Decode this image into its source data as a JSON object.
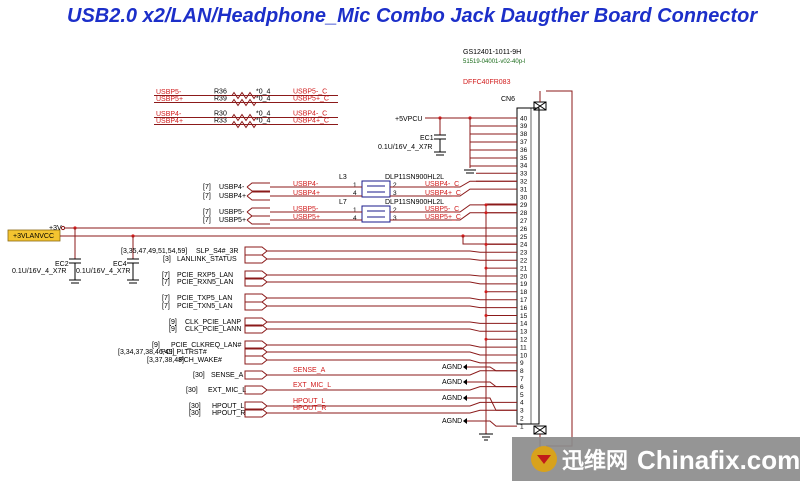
{
  "title": "USB2.0 x2/LAN/Headphone_Mic Combo Jack Daugther Board Connector",
  "connector": {
    "part1": "GS12401-1011-9H",
    "part2": "51519-04001-v02-40p-l",
    "footprint": "DFFC40FR083",
    "ref": "CN6",
    "pins_top": [
      "40",
      "39",
      "38",
      "37",
      "36",
      "35",
      "34",
      "33",
      "32",
      "31",
      "30",
      "29",
      "28",
      "27",
      "26",
      "25",
      "24",
      "23",
      "22",
      "21",
      "20",
      "19",
      "18",
      "17",
      "16",
      "15",
      "14",
      "13",
      "12",
      "11",
      "10",
      "9",
      "8",
      "7",
      "6",
      "5",
      "4",
      "3",
      "2",
      "1"
    ]
  },
  "resistors": [
    {
      "net_l": "USBP5-",
      "ref": "R36",
      "val": "*0_4",
      "net_r": "USBP5-_C"
    },
    {
      "net_l": "USBP5+",
      "ref": "R39",
      "val": "*0_4",
      "net_r": "USBP5+_C"
    },
    {
      "net_l": "USBP4-",
      "ref": "R30",
      "val": "*0_4",
      "net_r": "USBP4-_C"
    },
    {
      "net_l": "USBP4+",
      "ref": "R33",
      "val": "*0_4",
      "net_r": "USBP4+_C"
    }
  ],
  "power": {
    "vpcu": "+5VPCU",
    "ec1_ref": "EC1",
    "ec1_val": "0.1U/16V_4_X7R",
    "v3": "+3V",
    "lanvcc": "+3VLANVCC",
    "ec2_ref": "EC2",
    "ec2_val": "0.1U/16V_4_X7R",
    "ec4_ref": "EC4",
    "ec4_val": "0.1U/16V_4_X7R"
  },
  "chokes": [
    {
      "ref": "L3",
      "part": "DLP11SN900HL2L",
      "p1": "1",
      "p2": "2",
      "p3": "3",
      "p4": "4"
    },
    {
      "ref": "L7",
      "part": "DLP11SN900HL2L",
      "p1": "1",
      "p2": "2",
      "p3": "3",
      "p4": "4"
    }
  ],
  "usb": [
    {
      "page": "[7]",
      "name": "USBP4-",
      "net": "USBP4-",
      "net_c": "USBP4-_C"
    },
    {
      "page": "[7]",
      "name": "USBP4+",
      "net": "USBP4+",
      "net_c": "USBP4+_C"
    },
    {
      "page": "[7]",
      "name": "USBP5-",
      "net": "USBP5-",
      "net_c": "USBP5-_C"
    },
    {
      "page": "[7]",
      "name": "USBP5+",
      "net": "USBP5+",
      "net_c": "USBP5+_C"
    }
  ],
  "signals": [
    {
      "page": "[3,35,47,49,51,54,59]",
      "name": "SLP_S4#_3R"
    },
    {
      "page": "[3]",
      "name": "LANLINK_STATUS"
    },
    {
      "page": "[7]",
      "name": "PCIE_RXP5_LAN"
    },
    {
      "page": "[7]",
      "name": "PCIE_RXN5_LAN"
    },
    {
      "page": "[7]",
      "name": "PCIE_TXP5_LAN"
    },
    {
      "page": "[7]",
      "name": "PCIE_TXN5_LAN"
    },
    {
      "page": "[9]",
      "name": "CLK_PCIE_LANP"
    },
    {
      "page": "[9]",
      "name": "CLK_PCIE_LANN"
    },
    {
      "page": "[9]",
      "name": "PCIE_CLKREQ_LAN#"
    },
    {
      "page": "[3,34,37,38,46,49]",
      "name": "PCI_PLTRST#"
    },
    {
      "page": "[3,37,38,48]",
      "name": "PCH_WAKE#"
    },
    {
      "page": "[30]",
      "name": "SENSE_A",
      "net": "SENSE_A"
    },
    {
      "page": "[30]",
      "name": "EXT_MIC_L",
      "net": "EXT_MIC_L"
    },
    {
      "page": "[30]",
      "name": "HPOUT_L",
      "net": "HPOUT_L"
    },
    {
      "page": "[30]",
      "name": "HPOUT_R",
      "net": "HPOUT_R"
    }
  ],
  "agnd": "AGND",
  "watermark": {
    "cn": "迅维网",
    "en": "Chinafix.com"
  },
  "colors": {
    "title": "#1c2fc9",
    "net_red": "#d11c1c",
    "wire": "#8b1a1a",
    "box_blue": "#1a1a8b"
  }
}
